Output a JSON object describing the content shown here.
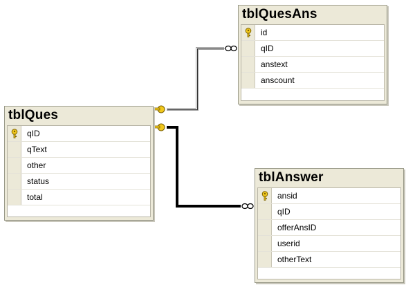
{
  "diagram": {
    "tables": [
      {
        "name": "tblQuesAns",
        "columns": [
          {
            "name": "id",
            "primary_key": true
          },
          {
            "name": "qID",
            "primary_key": false
          },
          {
            "name": "anstext",
            "primary_key": false
          },
          {
            "name": "anscount",
            "primary_key": false
          }
        ]
      },
      {
        "name": "tblQues",
        "columns": [
          {
            "name": "qID",
            "primary_key": true
          },
          {
            "name": "qText",
            "primary_key": false
          },
          {
            "name": "other",
            "primary_key": false
          },
          {
            "name": "status",
            "primary_key": false
          },
          {
            "name": "total",
            "primary_key": false
          }
        ]
      },
      {
        "name": "tblAnswer",
        "columns": [
          {
            "name": "ansid",
            "primary_key": true
          },
          {
            "name": "qID",
            "primary_key": false
          },
          {
            "name": "offerAnsID",
            "primary_key": false
          },
          {
            "name": "userid",
            "primary_key": false
          },
          {
            "name": "otherText",
            "primary_key": false
          }
        ]
      }
    ],
    "relationships": [
      {
        "from_table": "tblQues",
        "from_end": "one",
        "to_table": "tblQuesAns",
        "to_end": "many",
        "selected": false
      },
      {
        "from_table": "tblQues",
        "from_end": "one",
        "to_table": "tblAnswer",
        "to_end": "many",
        "selected": true
      }
    ],
    "colors": {
      "table_header": "#ece9d8",
      "table_border": "#9b9b8a",
      "key_icon": "#f2c81c",
      "relationship_line": "#000000"
    }
  }
}
